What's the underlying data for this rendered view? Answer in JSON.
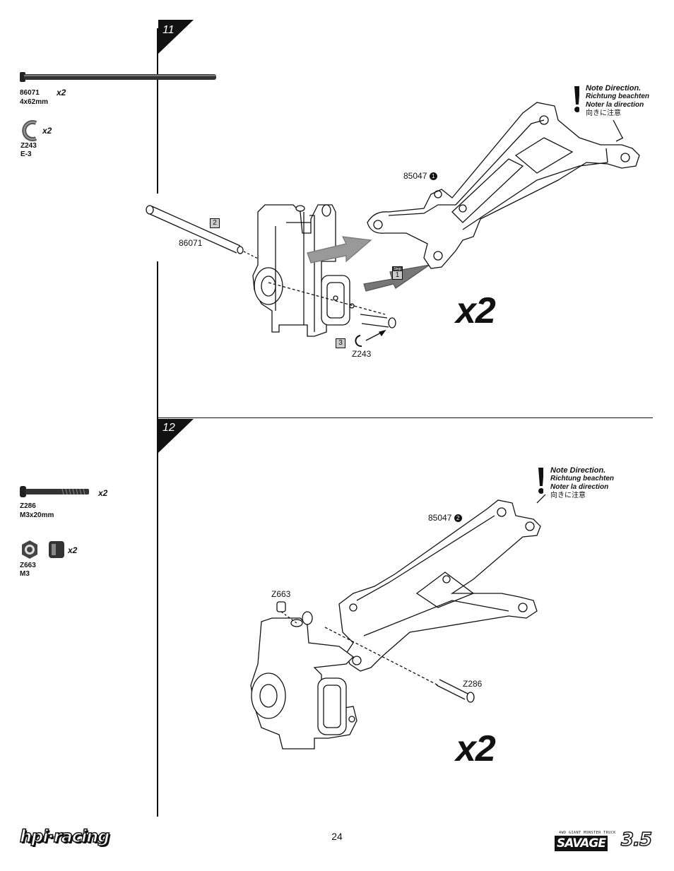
{
  "steps": [
    {
      "number": "11",
      "parts": [
        {
          "code": "86071",
          "spec": "4x62mm",
          "qty": "x2"
        },
        {
          "code": "Z243",
          "spec": "E-3",
          "qty": "x2"
        }
      ],
      "labels": {
        "screw": "86071",
        "arm": "85047",
        "arm_circle": "1",
        "clip": "Z243",
        "box_2": "2",
        "box_3": "3",
        "box_step": "Step",
        "box_step_num": "1"
      },
      "note": {
        "en": "Note Direction.",
        "de": "Richtung beachten",
        "fr": "Noter la direction",
        "jp": "向きに注意"
      },
      "multiplier": "x2"
    },
    {
      "number": "12",
      "parts": [
        {
          "code": "Z286",
          "spec": "M3x20mm",
          "qty": "x2"
        },
        {
          "code": "Z663",
          "spec": "M3",
          "qty": "x2"
        }
      ],
      "labels": {
        "arm": "85047",
        "arm_circle": "2",
        "nut": "Z663",
        "screw": "Z286"
      },
      "note": {
        "en": "Note Direction.",
        "de": "Richtung beachten",
        "fr": "Noter la direction",
        "jp": "向きに注意"
      },
      "multiplier": "x2"
    }
  ],
  "footer": {
    "page_number": "24",
    "left_logo": "hpi·racing",
    "right_logo_sub": "4WD GIANT MONSTER TRUCK",
    "right_logo_main": "SAVAGE",
    "right_logo_num": "3.5"
  }
}
